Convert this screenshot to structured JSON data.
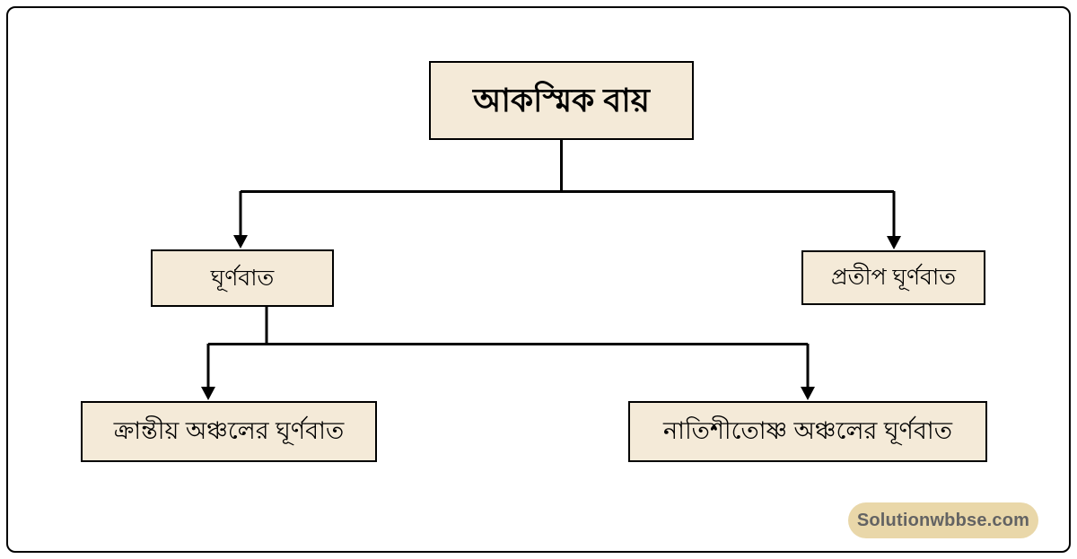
{
  "diagram": {
    "title": "আকস্মিক বায় classification tree",
    "root": {
      "label": "আকস্মিক বায়"
    },
    "level1": [
      {
        "label": "ঘূর্ণবাত"
      },
      {
        "label": "প্রতীপ ঘূর্ণবাত"
      }
    ],
    "level2": [
      {
        "label": "ক্রান্তীয় অঞ্চলের ঘূর্ণবাত"
      },
      {
        "label": "নাতিশীতোষ্ণ অঞ্চলের ঘূর্ণবাত"
      }
    ],
    "edges": [
      {
        "from": "আকস্মিক বায়",
        "to": "ঘূর্ণবাত"
      },
      {
        "from": "আকস্মিক বায়",
        "to": "প্রতীপ ঘূর্ণবাত"
      },
      {
        "from": "ঘূর্ণবাত",
        "to": "ক্রান্তীয় অঞ্চলের ঘূর্ণবাত"
      },
      {
        "from": "ঘূর্ণবাত",
        "to": "নাতিশীতোষ্ণ অঞ্চলের ঘূর্ণবাত"
      }
    ]
  },
  "colors": {
    "box_bg": "#f4ead8",
    "line_color": "#000000",
    "watermark_bg": "#e9d7a9",
    "watermark_text": "#636363"
  },
  "watermark": {
    "text": "Solutionwbbse.com"
  }
}
